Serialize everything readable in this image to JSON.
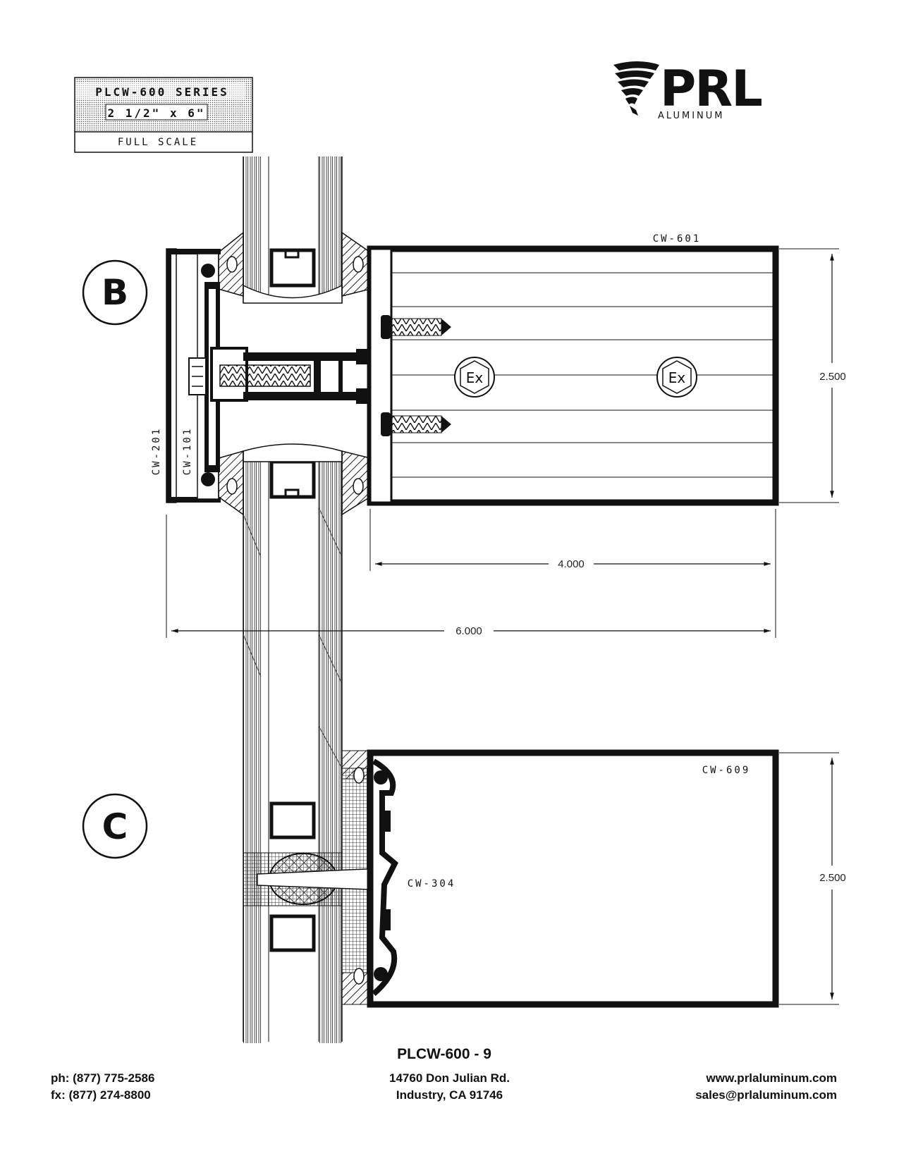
{
  "title_block": {
    "series": "PLCW-600 SERIES",
    "size": "2 1/2\" x 6\"",
    "scale": "FULL SCALE"
  },
  "logo": {
    "mark": "PRL",
    "sub": "ALUMINUM",
    "icon": "screw-tornado-icon"
  },
  "details": {
    "b": {
      "marker": "B",
      "labels": {
        "cw601": "CW-601",
        "cw201": "CW-201",
        "cw101": "CW-101",
        "ex1": "Ex",
        "ex2": "Ex"
      },
      "dims": {
        "height": "2.500",
        "width_inner": "4.000",
        "width_total": "6.000"
      }
    },
    "c": {
      "marker": "C",
      "labels": {
        "cw609": "CW-609",
        "cw304": "CW-304"
      },
      "dims": {
        "height": "2.500"
      }
    }
  },
  "page": {
    "number": "PLCW-600  - 9"
  },
  "footer": {
    "phone": "ph: (877) 775-2586",
    "fax": "fx: (877) 274-8800",
    "address1": "14760 Don Julian Rd.",
    "address2": "Industry, CA 91746",
    "website": "www.prlaluminum.com",
    "email": "sales@prlaluminum.com"
  }
}
